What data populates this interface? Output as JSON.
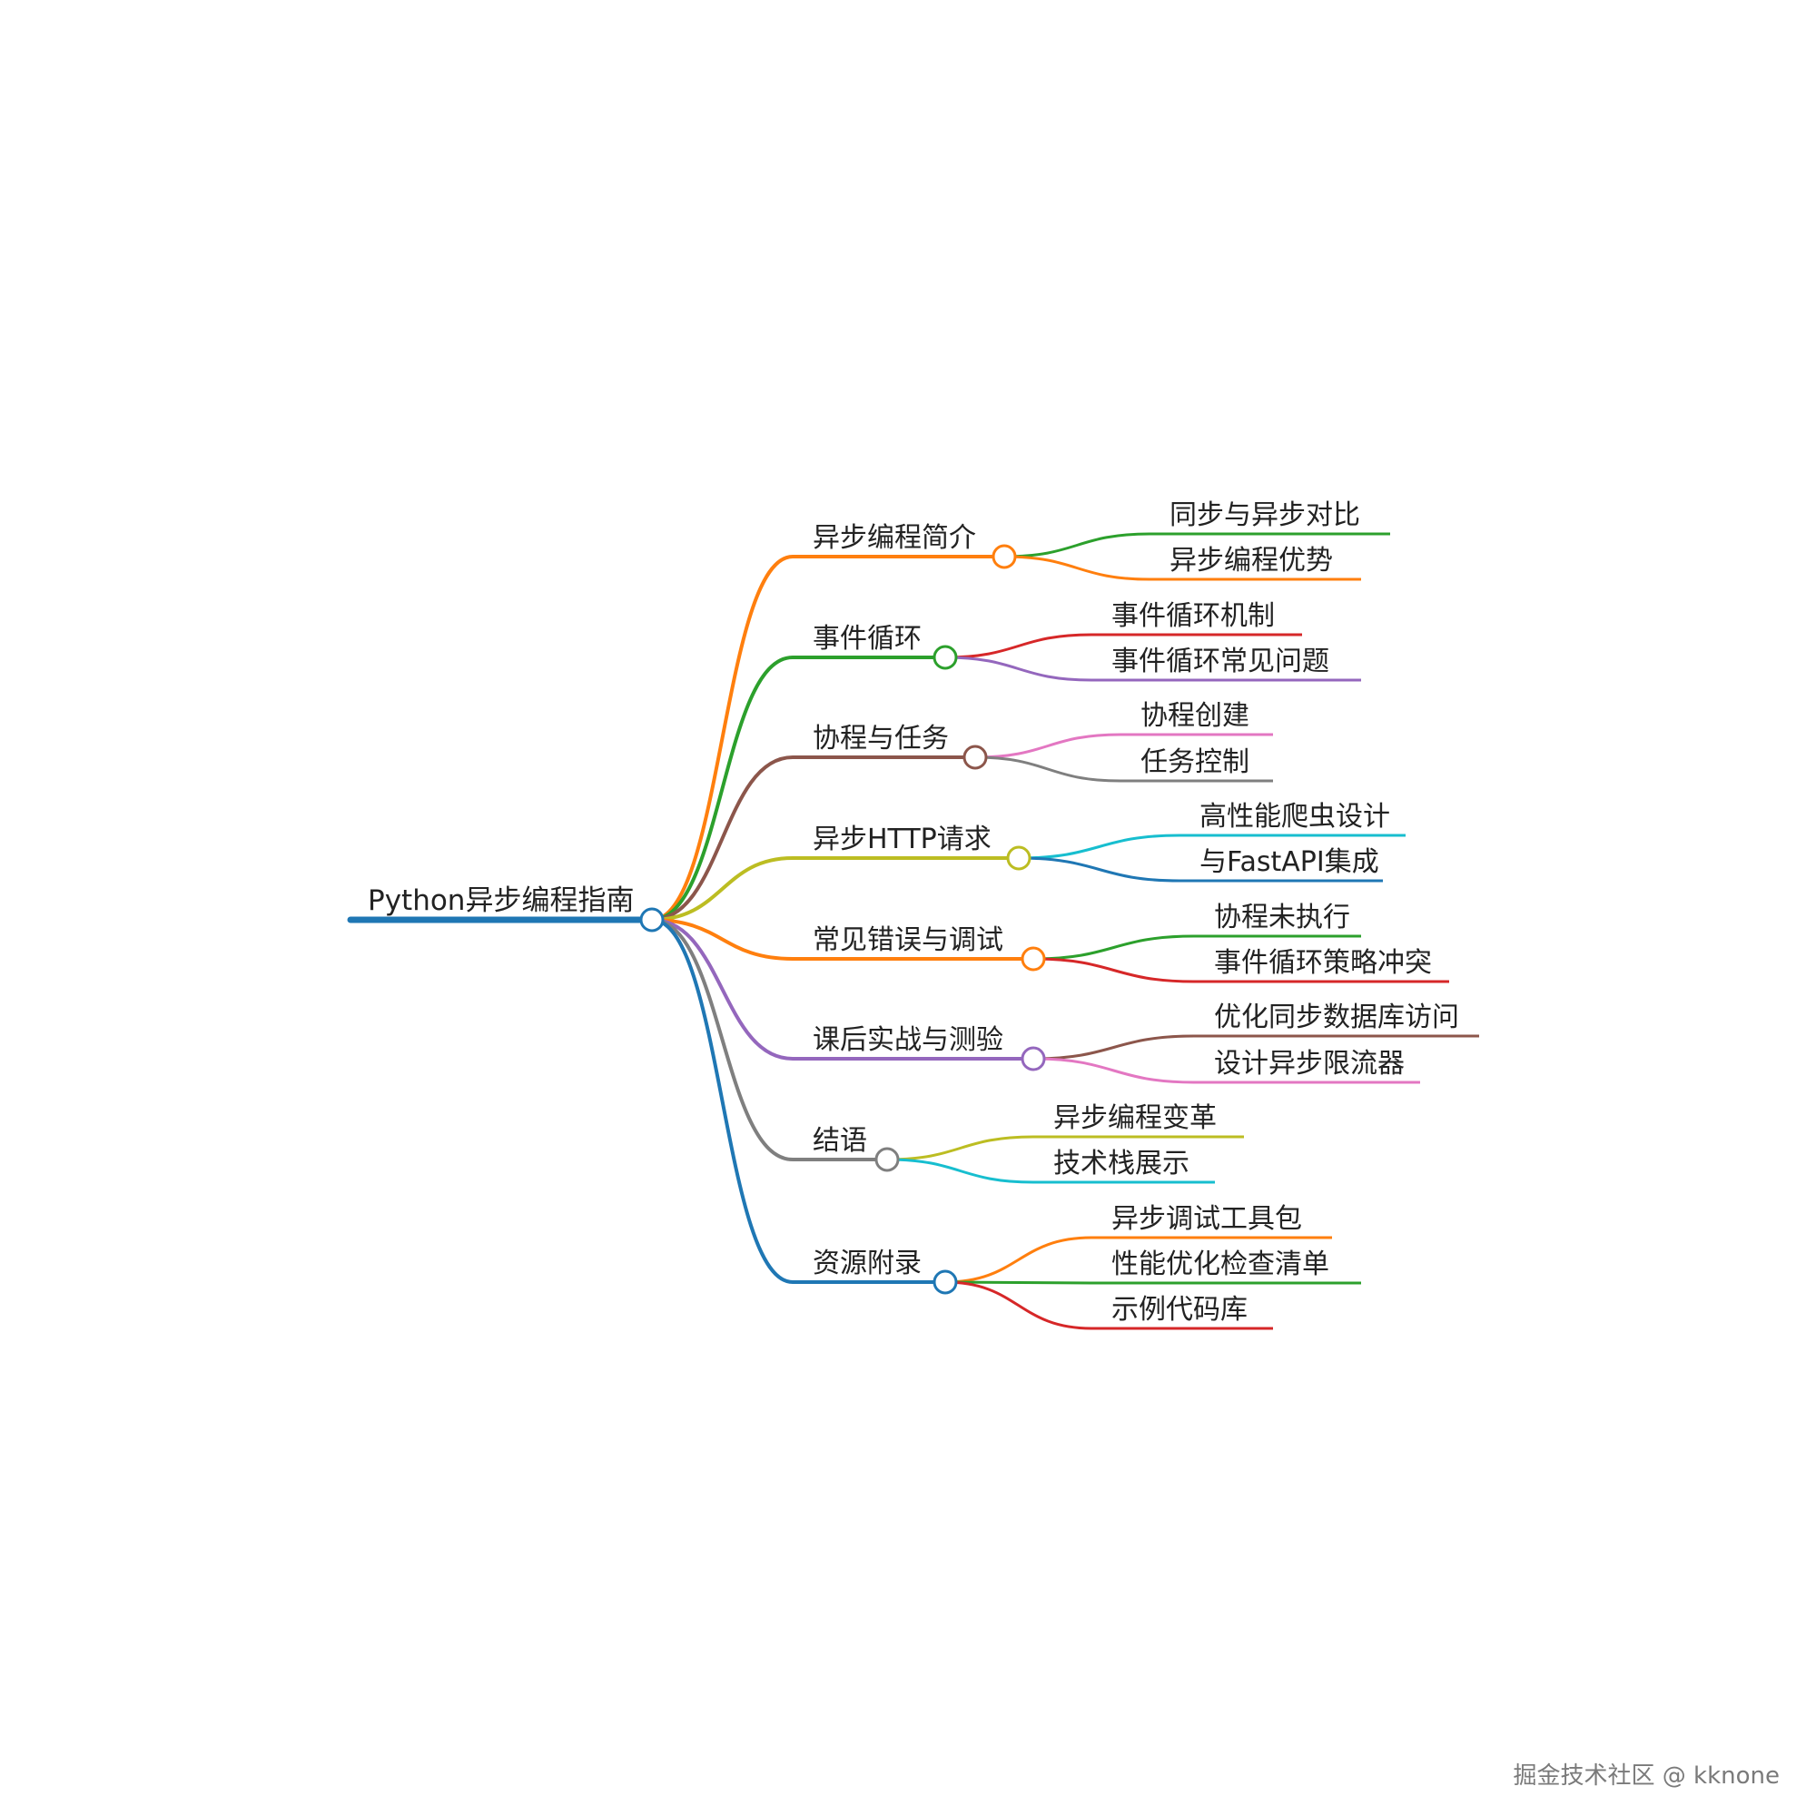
{
  "mindmap": {
    "root": {
      "label": "Python异步编程指南",
      "color": "#1f77b4"
    },
    "branches": [
      {
        "label": "异步编程简介",
        "color": "#ff7f0e",
        "children": [
          {
            "label": "同步与异步对比",
            "color": "#2ca02c"
          },
          {
            "label": "异步编程优势",
            "color": "#ff7f0e"
          }
        ]
      },
      {
        "label": "事件循环",
        "color": "#2ca02c",
        "children": [
          {
            "label": "事件循环机制",
            "color": "#d62728"
          },
          {
            "label": "事件循环常见问题",
            "color": "#9467bd"
          }
        ]
      },
      {
        "label": "协程与任务",
        "color": "#8c564b",
        "children": [
          {
            "label": "协程创建",
            "color": "#e377c2"
          },
          {
            "label": "任务控制",
            "color": "#7f7f7f"
          }
        ]
      },
      {
        "label": "异步HTTP请求",
        "color": "#bcbd22",
        "children": [
          {
            "label": "高性能爬虫设计",
            "color": "#17becf"
          },
          {
            "label": "与FastAPI集成",
            "color": "#1f77b4"
          }
        ]
      },
      {
        "label": "常见错误与调试",
        "color": "#ff7f0e",
        "children": [
          {
            "label": "协程未执行",
            "color": "#2ca02c"
          },
          {
            "label": "事件循环策略冲突",
            "color": "#d62728"
          }
        ]
      },
      {
        "label": "课后实战与测验",
        "color": "#9467bd",
        "children": [
          {
            "label": "优化同步数据库访问",
            "color": "#8c564b"
          },
          {
            "label": "设计异步限流器",
            "color": "#e377c2"
          }
        ]
      },
      {
        "label": "结语",
        "color": "#7f7f7f",
        "children": [
          {
            "label": "异步编程变革",
            "color": "#bcbd22"
          },
          {
            "label": "技术栈展示",
            "color": "#17becf"
          }
        ]
      },
      {
        "label": "资源附录",
        "color": "#1f77b4",
        "children": [
          {
            "label": "异步调试工具包",
            "color": "#ff7f0e"
          },
          {
            "label": "性能优化检查清单",
            "color": "#2ca02c"
          },
          {
            "label": "示例代码库",
            "color": "#d62728"
          }
        ]
      }
    ]
  },
  "watermark": "掘金技术社区 @ kknone"
}
